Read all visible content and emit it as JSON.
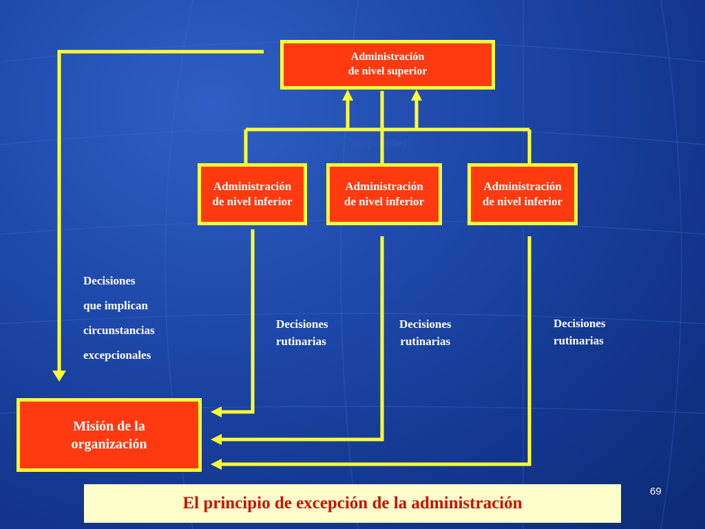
{
  "top_box": {
    "line1": "Administración",
    "line2": "de nivel superior"
  },
  "faint_label": "Excepciones",
  "lower_boxes": [
    {
      "line1": "Administración",
      "line2": "de nivel inferior"
    },
    {
      "line1": "Administración",
      "line2": "de nivel inferior"
    },
    {
      "line1": "Administración",
      "line2": "de nivel inferior"
    }
  ],
  "exceptional_label": [
    "Decisiones",
    "que implican",
    "circunstancias",
    "excepcionales"
  ],
  "routine_labels": [
    {
      "line1": "Decisiones",
      "line2": "rutinarias"
    },
    {
      "line1": "Decisiones",
      "line2": "rutinarias"
    },
    {
      "line1": "Decisiones",
      "line2": "rutinarias"
    }
  ],
  "mission_box": {
    "line1": "Misión de la",
    "line2": "organización"
  },
  "title": "El principio de excepción de la administración",
  "page_number": "69",
  "colors": {
    "background": "#1d47a8",
    "box_fill": "#ff3a10",
    "line": "#ffff33",
    "title_bg": "#ffffcc",
    "title_text": "#cc1100"
  }
}
